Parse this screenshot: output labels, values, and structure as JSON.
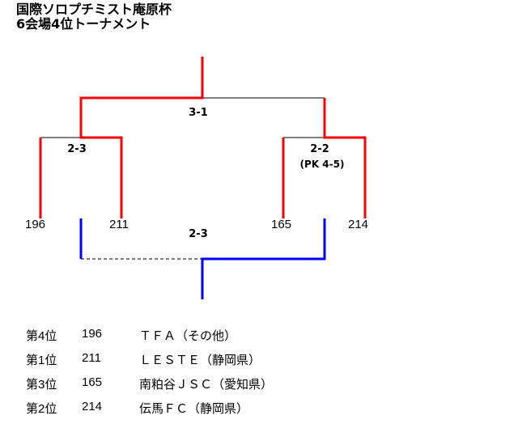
{
  "title": {
    "line1": "国際ソロプチミスト庵原杯",
    "line2": "6会場4位トーナメント"
  },
  "bracket": {
    "teams": [
      "196",
      "211",
      "165",
      "214"
    ],
    "scores": {
      "final": "3-1",
      "semi_left": "2-3",
      "semi_right": "2-2",
      "semi_right_pk": "(PK 4-5)",
      "third_place": "2-3"
    },
    "colors": {
      "winner": "#ff0000",
      "third_place": "#0000ff",
      "loser": "#000000"
    }
  },
  "results": [
    {
      "rank": "第4位",
      "number": "196",
      "team": "ＴＦＡ（その他）"
    },
    {
      "rank": "第1位",
      "number": "211",
      "team": "ＬＥＳＴＥ（静岡県）"
    },
    {
      "rank": "第3位",
      "number": "165",
      "team": "南粕谷ＪＳＣ（愛知県）"
    },
    {
      "rank": "第2位",
      "number": "214",
      "team": "伝馬ＦＣ（静岡県）"
    }
  ]
}
